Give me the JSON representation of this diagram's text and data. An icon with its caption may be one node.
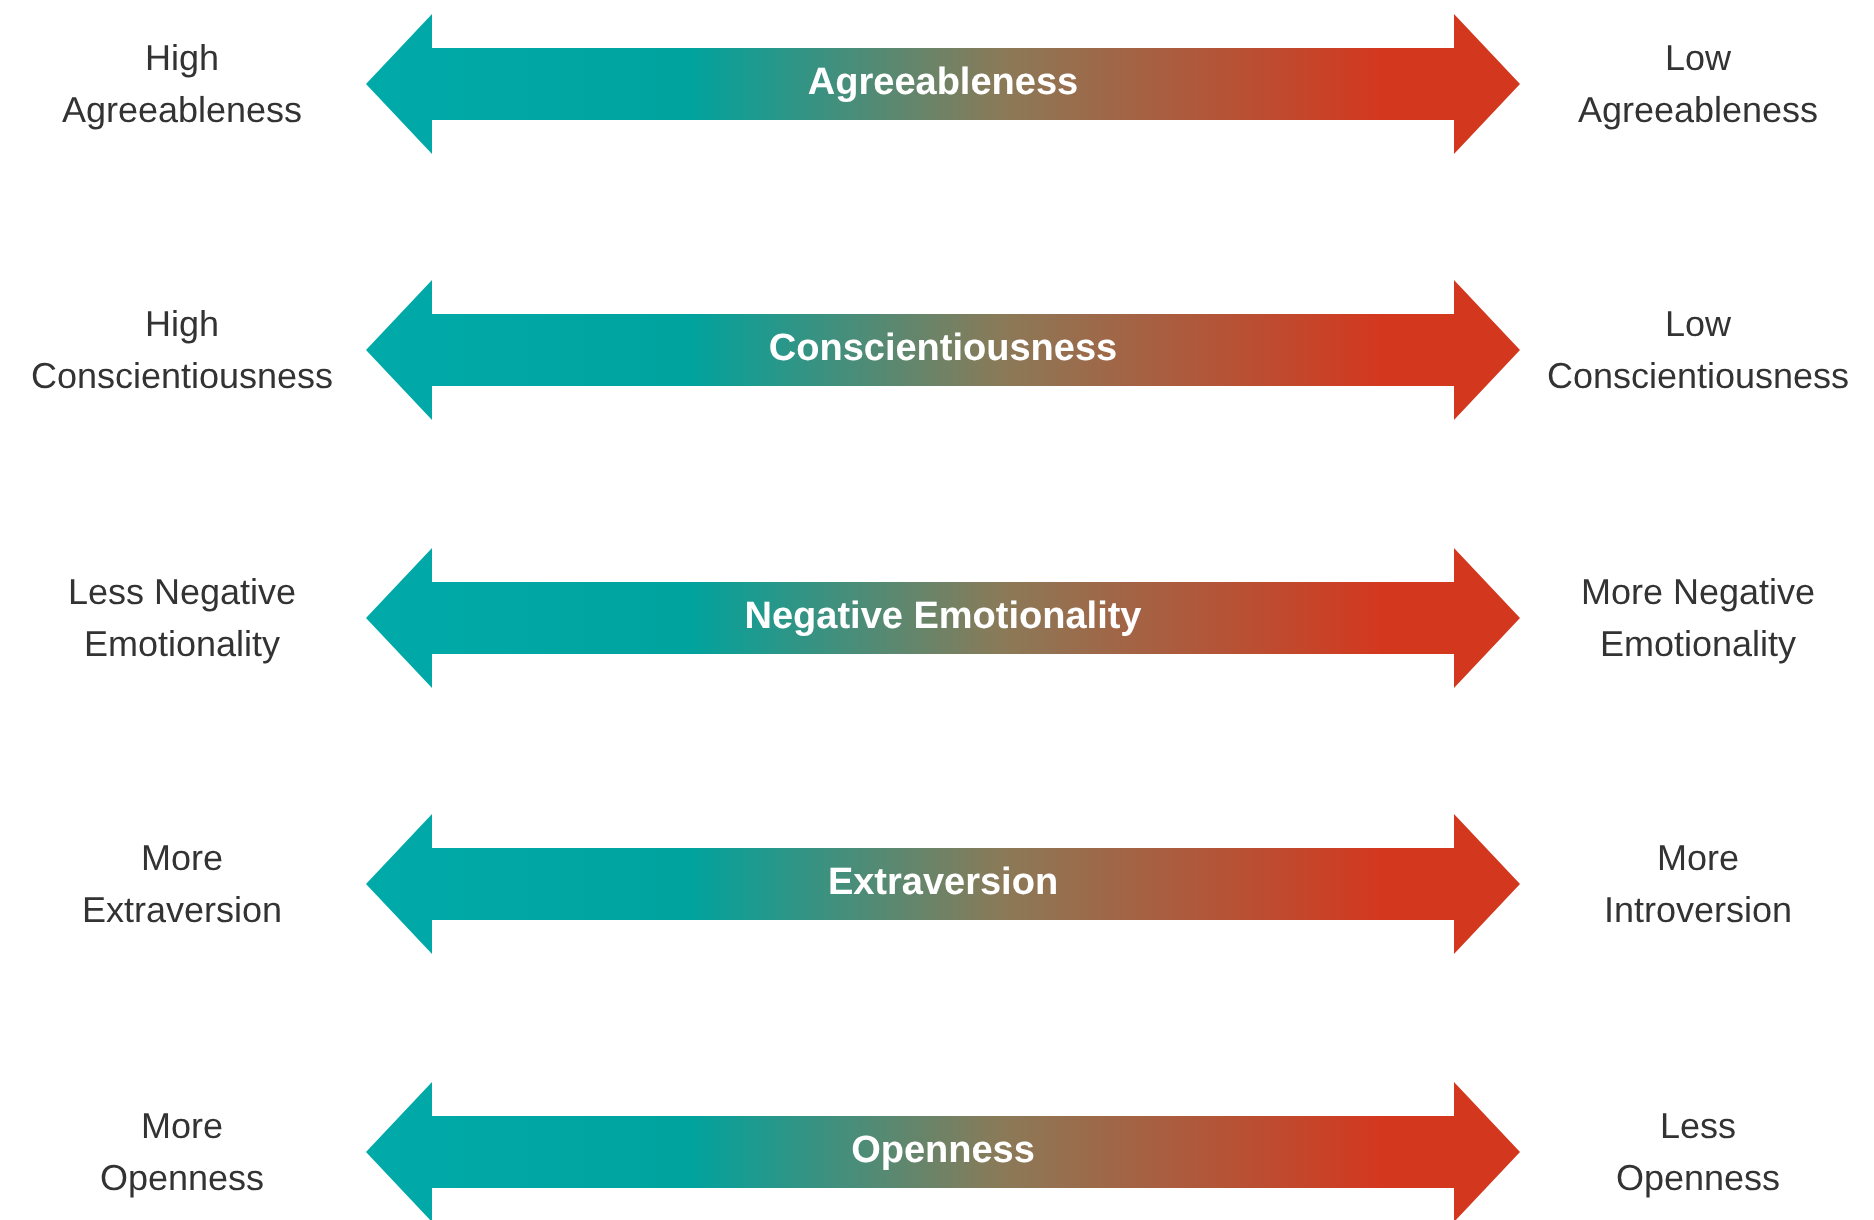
{
  "diagram": {
    "nodes": [
      {
        "text": [
          "High Agreeableness"
        ]
      },
      {
        "text": [
          "Low Agreeableness"
        ]
      },
      {
        "text": [
          "High Conscientiousness"
        ]
      },
      {
        "text": [
          "Low Conscientiousness"
        ]
      },
      {
        "text": [
          "Less Negative Emotionality"
        ]
      },
      {
        "text": [
          "More Negative Emotionality"
        ]
      },
      {
        "text": [
          "More Extraversion"
        ]
      },
      {
        "text": [
          "More Introversion"
        ]
      },
      {
        "text": [
          "More Openness"
        ]
      },
      {
        "text": [
          "Less Openness"
        ]
      }
    ],
    "edges": [
      {
        "from": 0,
        "to": 1,
        "arrow": "both",
        "label": "Agreeableness",
        "style": "thick"
      },
      {
        "from": 2,
        "to": 3,
        "arrow": "both",
        "label": "Conscientiousness",
        "style": "thick"
      },
      {
        "from": 4,
        "to": 5,
        "arrow": "both",
        "label": "Negative Emotionality",
        "style": "thick"
      },
      {
        "from": 6,
        "to": 7,
        "arrow": "both",
        "label": "Extraversion",
        "style": "thick"
      },
      {
        "from": 8,
        "to": 9,
        "arrow": "both",
        "label": "Openness",
        "style": "thick"
      }
    ]
  }
}
